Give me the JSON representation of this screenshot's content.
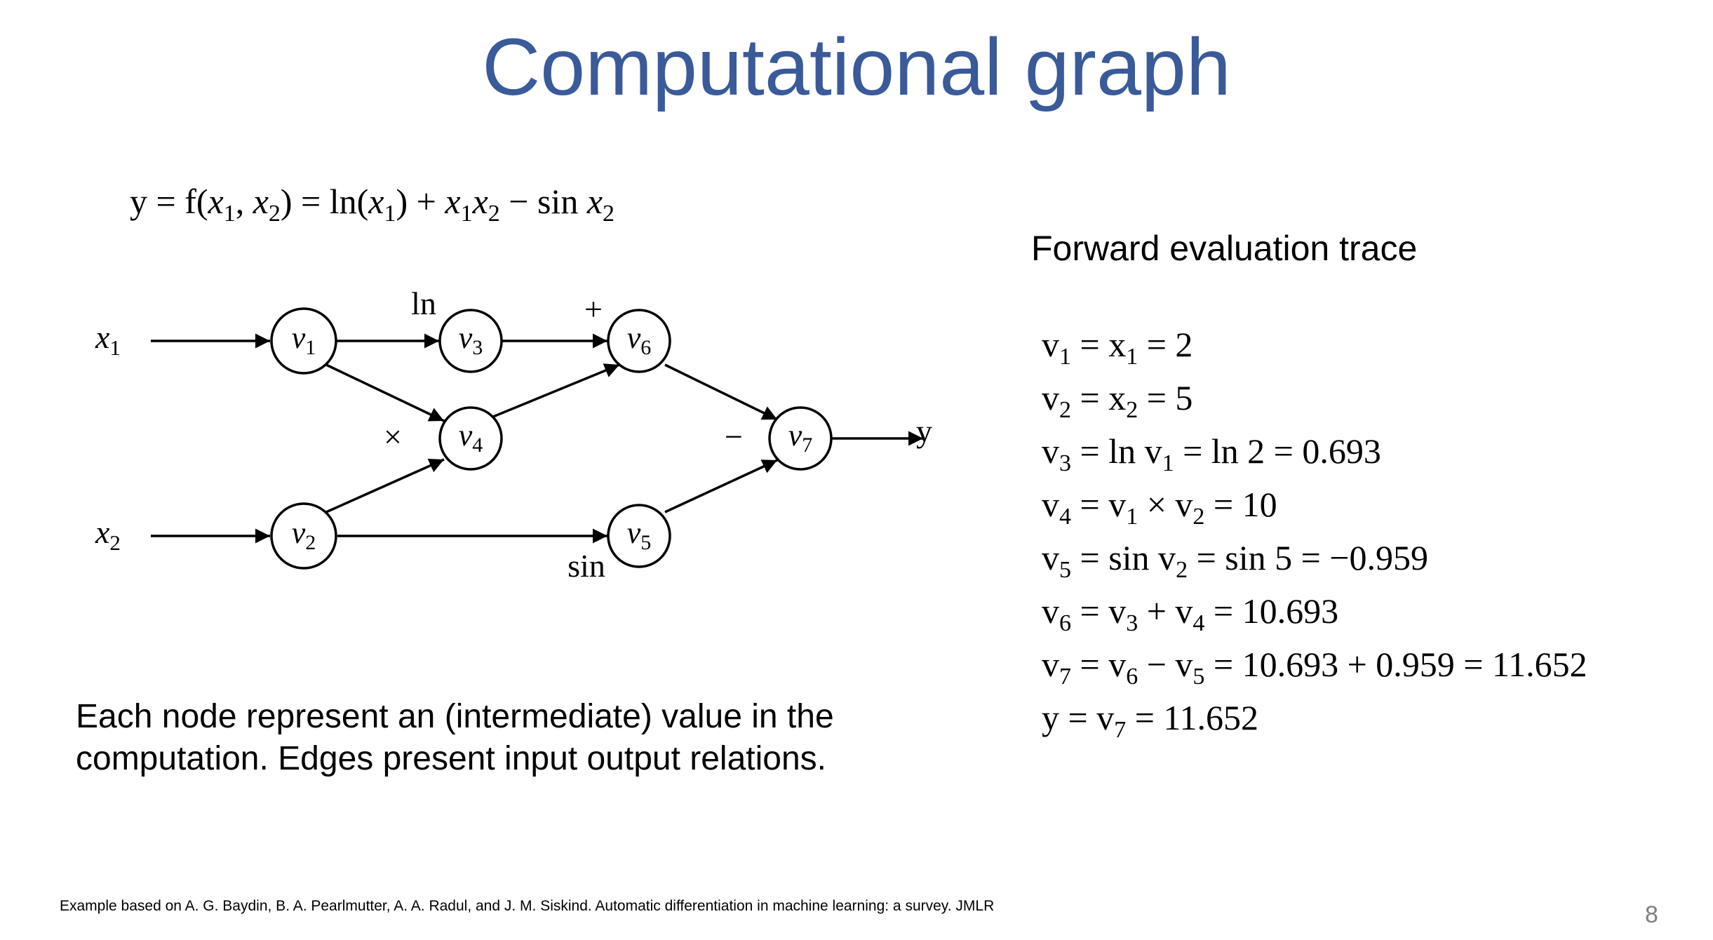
{
  "slide": {
    "title": "Computational graph",
    "page_number": "8",
    "footnote": "Example based on A. G. Baydin, B. A. Pearlmutter, A. A. Radul, and J. M. Siskind. Automatic differentiation in machine learning: a survey. JMLR"
  },
  "formula": {
    "lhs": "y = f(",
    "var_a": "x",
    "sub_a": "1",
    "sep": ", ",
    "var_b": "x",
    "sub_b": "2",
    "mid": ") = ln(",
    "var_c": "x",
    "sub_c": "1",
    "plus": ") + ",
    "var_d": "x",
    "sub_d": "1",
    "var_e": "x",
    "sub_e": "2",
    "minus": " − sin ",
    "var_f": "x",
    "sub_f": "2"
  },
  "graph": {
    "inputs": [
      {
        "base": "x",
        "sub": "1"
      },
      {
        "base": "x",
        "sub": "2"
      }
    ],
    "output": "y",
    "nodes": [
      {
        "base": "v",
        "sub": "1"
      },
      {
        "base": "v",
        "sub": "2"
      },
      {
        "base": "v",
        "sub": "3"
      },
      {
        "base": "v",
        "sub": "4"
      },
      {
        "base": "v",
        "sub": "5"
      },
      {
        "base": "v",
        "sub": "6"
      },
      {
        "base": "v",
        "sub": "7"
      }
    ],
    "operations": {
      "ln": "ln",
      "plus": "+",
      "times": "×",
      "minus": "−",
      "sin": "sin"
    }
  },
  "trace": {
    "title": "Forward evaluation trace",
    "lines": [
      [
        {
          "t": "v"
        },
        {
          "s": "1"
        },
        {
          "t": " = x"
        },
        {
          "s": "1"
        },
        {
          "t": " = 2"
        }
      ],
      [
        {
          "t": "v"
        },
        {
          "s": "2"
        },
        {
          "t": " = x"
        },
        {
          "s": "2"
        },
        {
          "t": " = 5"
        }
      ],
      [
        {
          "t": "v"
        },
        {
          "s": "3"
        },
        {
          "t": " = ln v"
        },
        {
          "s": "1"
        },
        {
          "t": " = ln 2 = 0.693"
        }
      ],
      [
        {
          "t": "v"
        },
        {
          "s": "4"
        },
        {
          "t": " = v"
        },
        {
          "s": "1"
        },
        {
          "t": " × v"
        },
        {
          "s": "2"
        },
        {
          "t": " = 10"
        }
      ],
      [
        {
          "t": "v"
        },
        {
          "s": "5"
        },
        {
          "t": " = sin v"
        },
        {
          "s": "2"
        },
        {
          "t": " = sin 5 = −0.959"
        }
      ],
      [
        {
          "t": "v"
        },
        {
          "s": "6"
        },
        {
          "t": " = v"
        },
        {
          "s": "3"
        },
        {
          "t": " + v"
        },
        {
          "s": "4"
        },
        {
          "t": " = 10.693"
        }
      ],
      [
        {
          "t": "v"
        },
        {
          "s": "7"
        },
        {
          "t": " = v"
        },
        {
          "s": "6"
        },
        {
          "t": " − v"
        },
        {
          "s": "5"
        },
        {
          "t": " = 10.693 + 0.959 = 11.652"
        }
      ],
      [
        {
          "t": "y = v"
        },
        {
          "s": "7"
        },
        {
          "t": " = 11.652"
        }
      ]
    ]
  },
  "caption": "Each node represent an (intermediate) value in the computation. Edges present input output relations."
}
